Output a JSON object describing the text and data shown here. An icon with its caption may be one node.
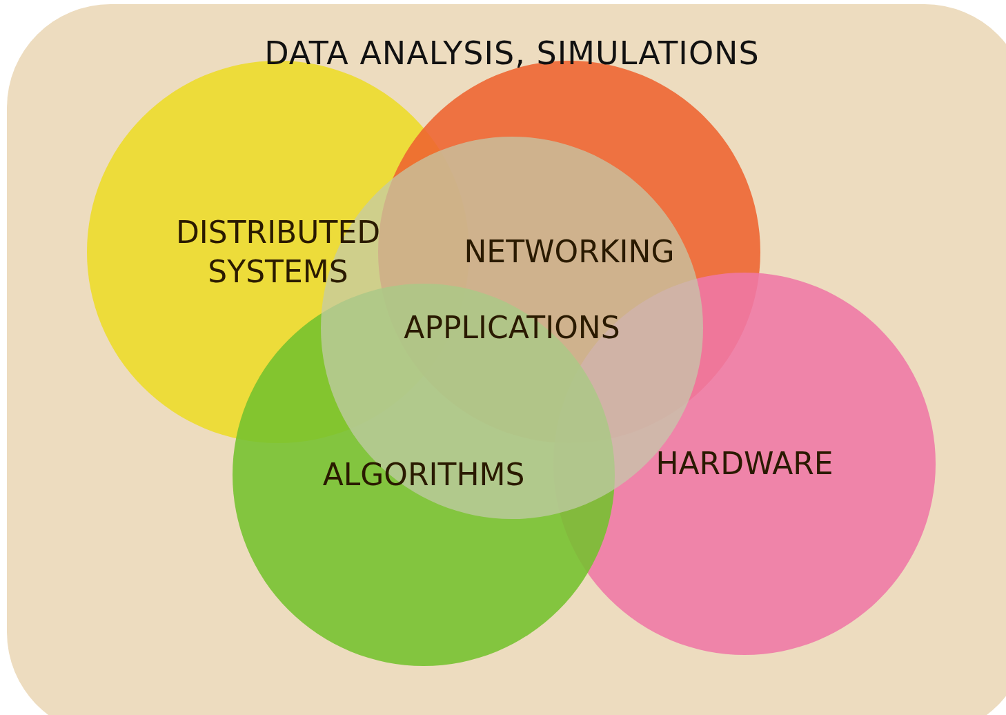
{
  "diagram": {
    "nodes": [
      {
        "text": [
          "DATA ANALYSIS, SIMULATIONS"
        ]
      },
      {
        "text": [
          "DISTRIBUTED SYSTEMS"
        ],
        "in": 0
      },
      {
        "text": [
          "NETWORKING"
        ],
        "in": 0
      },
      {
        "text": [
          "ALGORITHMS"
        ],
        "in": 0
      },
      {
        "text": [
          "HARDWARE"
        ],
        "in": 0
      },
      {
        "text": [
          "APPLICATIONS"
        ],
        "in": 0
      }
    ]
  }
}
